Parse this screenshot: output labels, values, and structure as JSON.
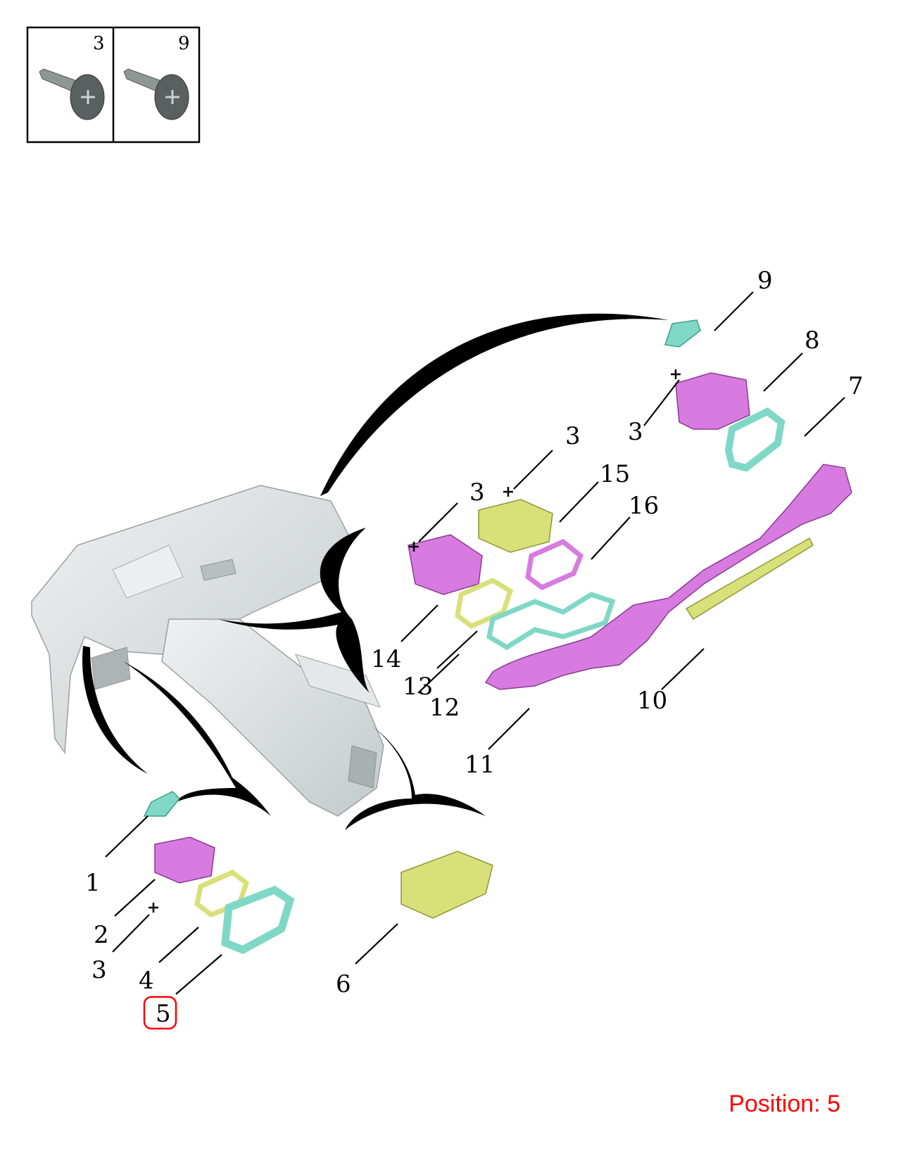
{
  "legend": {
    "items": [
      {
        "number": "3",
        "icon": "screw-icon"
      },
      {
        "number": "9",
        "icon": "screw-icon"
      }
    ]
  },
  "callouts": [
    "1",
    "2",
    "3",
    "4",
    "5",
    "6",
    "3",
    "3",
    "3",
    "7",
    "8",
    "9",
    "10",
    "11",
    "12",
    "13",
    "14",
    "15",
    "16"
  ],
  "highlight": {
    "callout": "5",
    "color": "#ff0000"
  },
  "position": {
    "label": "Position:",
    "value": "5"
  },
  "colors": {
    "magenta_part": "#d77be0",
    "cyan_part": "#7fd8c6",
    "yellow_part": "#d8e07a",
    "dashboard": "#d9dedf"
  }
}
